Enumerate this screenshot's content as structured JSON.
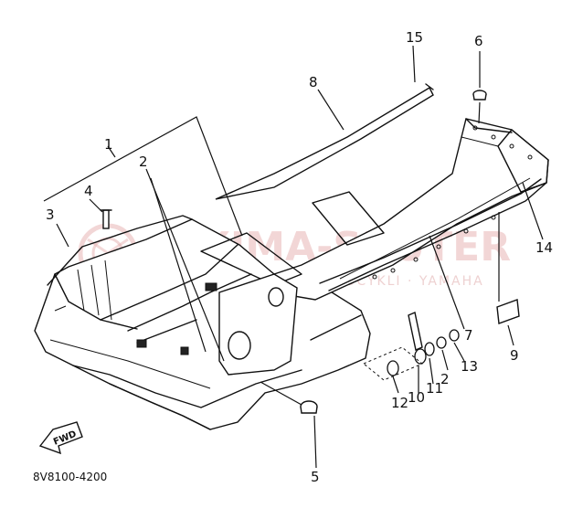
{
  "diagram": {
    "reference_code": "8V8100-4200",
    "direction_arrow_label": "FWD",
    "watermark": {
      "main_text": "XIMA-SKUTER",
      "sub_text": "CZĘŚCI DO MOTOCYKLI · YAMAHA"
    },
    "callouts": [
      "1",
      "2",
      "3",
      "4",
      "5",
      "6",
      "7",
      "8",
      "9",
      "10",
      "11",
      "12",
      "13",
      "14",
      "15"
    ]
  }
}
